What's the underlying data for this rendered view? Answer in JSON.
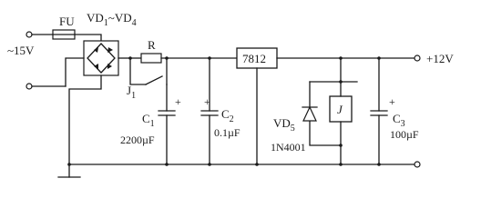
{
  "labels": {
    "fuse": "FU",
    "bridge": "VD",
    "bridge_sub1": "1",
    "bridge_tilde": "~VD",
    "bridge_sub4": "4",
    "input_voltage": "~15V",
    "resistor": "R",
    "relay_contact": "J",
    "relay_contact_sub": "1",
    "c1": "C",
    "c1_sub": "1",
    "c1_value": "2200µF",
    "c2": "C",
    "c2_sub": "2",
    "c2_value": "0.1µF",
    "regulator": "7812",
    "diode": "VD",
    "diode_sub": "5",
    "diode_part": "1N4001",
    "relay_coil": "J",
    "c3": "C",
    "c3_sub": "3",
    "c3_value": "100µF",
    "output_voltage": "+12V",
    "plus1": "+",
    "plus2": "+",
    "plus3": "+"
  }
}
